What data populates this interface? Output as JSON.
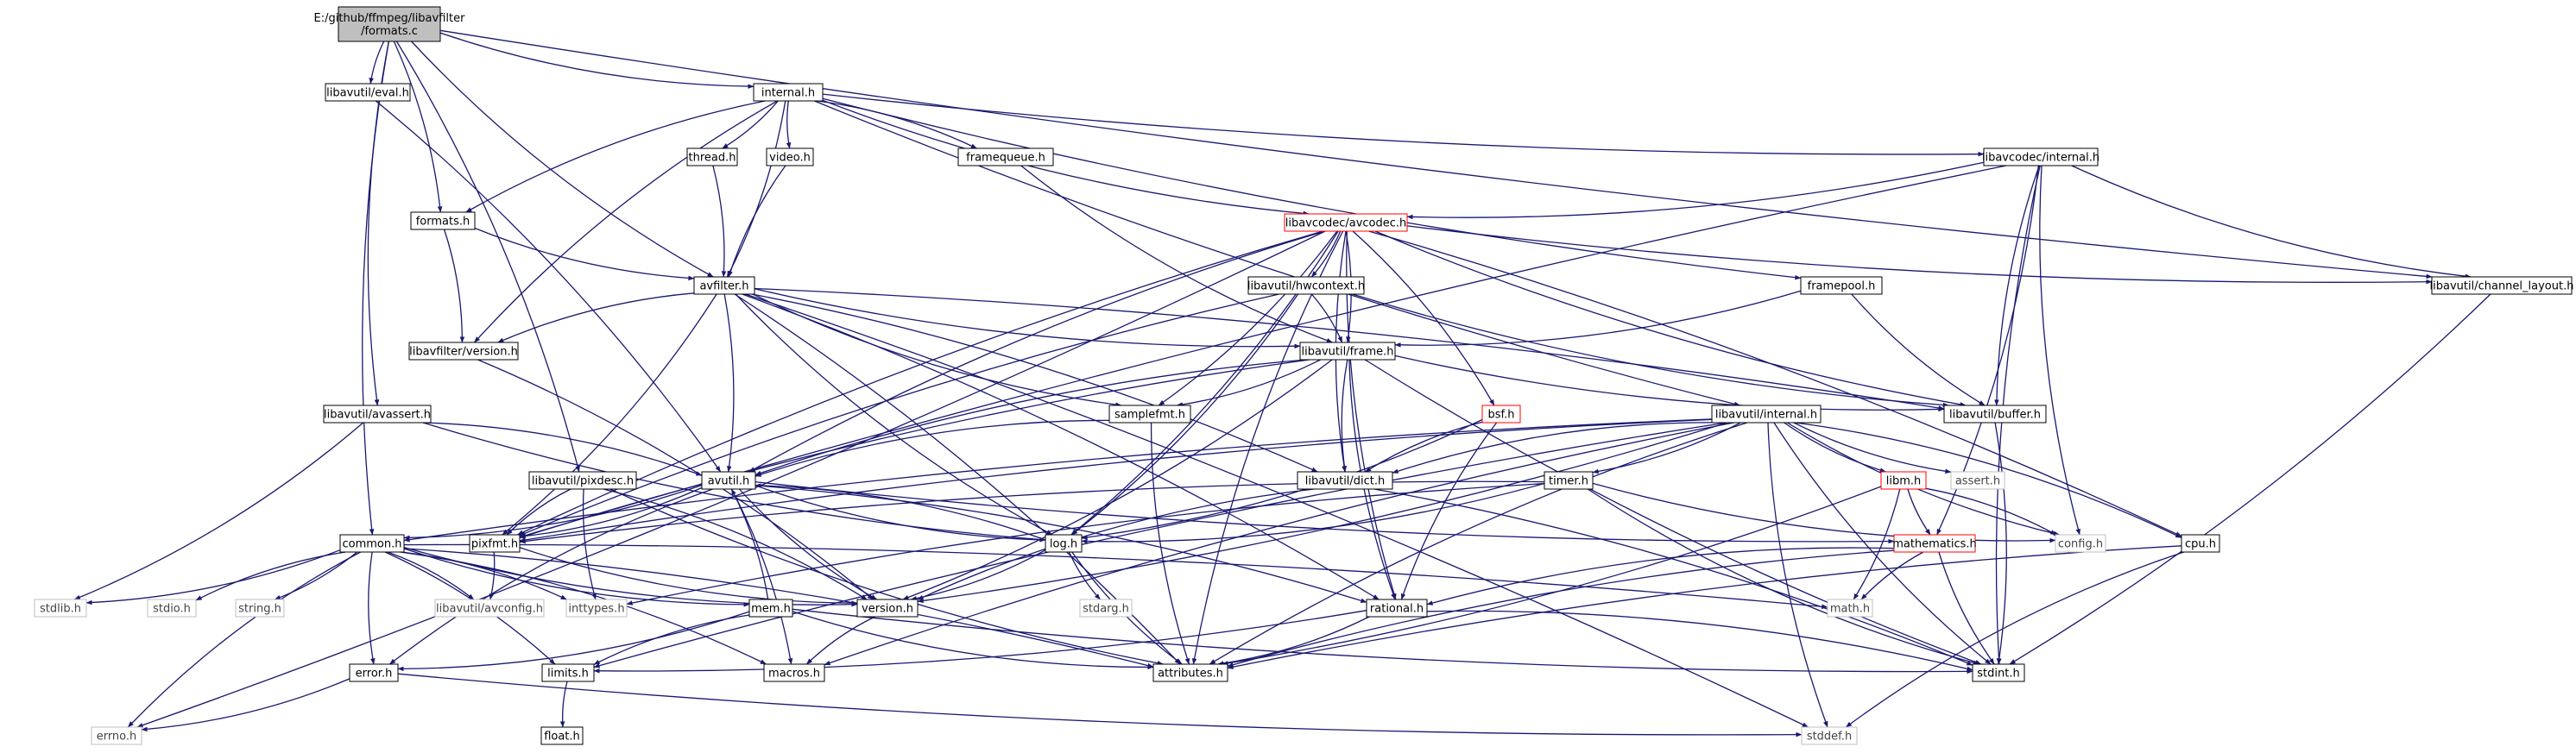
{
  "diagram": {
    "title_lines": [
      "E:/github/ffmpeg/libavfilter",
      "/formats.c"
    ],
    "colors": {
      "edge": "#191970",
      "root_fill": "#bfbfbf",
      "red_border": "#ff0000",
      "gray_border": "#bfbfbf"
    },
    "nodes": [
      {
        "id": "formats_c",
        "label": "E:/github/ffmpeg/libavfilter\n/formats.c",
        "style": "root"
      },
      {
        "id": "internal_h",
        "label": "internal.h",
        "style": "normal"
      },
      {
        "id": "eval_h",
        "label": "libavutil/eval.h",
        "style": "normal"
      },
      {
        "id": "formats_h",
        "label": "formats.h",
        "style": "normal"
      },
      {
        "id": "thread_h",
        "label": "thread.h",
        "style": "normal"
      },
      {
        "id": "video_h",
        "label": "video.h",
        "style": "normal"
      },
      {
        "id": "framequeue_h",
        "label": "framequeue.h",
        "style": "normal"
      },
      {
        "id": "lavc_internal_h",
        "label": "libavcodec/internal.h",
        "style": "normal"
      },
      {
        "id": "avcodec_h",
        "label": "libavcodec/avcodec.h",
        "style": "red"
      },
      {
        "id": "channel_layout_h",
        "label": "libavutil/channel_layout.h",
        "style": "normal"
      },
      {
        "id": "avfilter_h",
        "label": "avfilter.h",
        "style": "normal"
      },
      {
        "id": "hwcontext_h",
        "label": "libavutil/hwcontext.h",
        "style": "normal"
      },
      {
        "id": "framepool_h",
        "label": "framepool.h",
        "style": "normal"
      },
      {
        "id": "version_lavfi",
        "label": "libavfilter/version.h",
        "style": "normal"
      },
      {
        "id": "frame_h",
        "label": "libavutil/frame.h",
        "style": "normal"
      },
      {
        "id": "buffer_h",
        "label": "libavutil/buffer.h",
        "style": "normal"
      },
      {
        "id": "avassert_h",
        "label": "libavutil/avassert.h",
        "style": "normal"
      },
      {
        "id": "samplefmt_h",
        "label": "samplefmt.h",
        "style": "normal"
      },
      {
        "id": "bsf_h",
        "label": "bsf.h",
        "style": "red"
      },
      {
        "id": "lavu_internal_h",
        "label": "libavutil/internal.h",
        "style": "normal"
      },
      {
        "id": "pixdesc_h",
        "label": "libavutil/pixdesc.h",
        "style": "normal"
      },
      {
        "id": "avutil_h",
        "label": "avutil.h",
        "style": "normal"
      },
      {
        "id": "dict_h",
        "label": "libavutil/dict.h",
        "style": "normal"
      },
      {
        "id": "timer_h",
        "label": "timer.h",
        "style": "normal"
      },
      {
        "id": "libm_h",
        "label": "libm.h",
        "style": "red"
      },
      {
        "id": "assert_h",
        "label": "assert.h",
        "style": "gray"
      },
      {
        "id": "common_h",
        "label": "common.h",
        "style": "normal"
      },
      {
        "id": "pixfmt_h",
        "label": "pixfmt.h",
        "style": "normal"
      },
      {
        "id": "log_h",
        "label": "log.h",
        "style": "normal"
      },
      {
        "id": "config_h",
        "label": "config.h",
        "style": "gray"
      },
      {
        "id": "mathematics_h",
        "label": "mathematics.h",
        "style": "red"
      },
      {
        "id": "cpu_h",
        "label": "cpu.h",
        "style": "normal"
      },
      {
        "id": "stdlib_h",
        "label": "stdlib.h",
        "style": "gray"
      },
      {
        "id": "stdio_h",
        "label": "stdio.h",
        "style": "gray"
      },
      {
        "id": "string_h",
        "label": "string.h",
        "style": "gray"
      },
      {
        "id": "avconfig_h",
        "label": "libavutil/avconfig.h",
        "style": "gray"
      },
      {
        "id": "inttypes_h",
        "label": "inttypes.h",
        "style": "gray"
      },
      {
        "id": "version_h",
        "label": "version.h",
        "style": "normal"
      },
      {
        "id": "mem_h",
        "label": "mem.h",
        "style": "normal"
      },
      {
        "id": "rational_h",
        "label": "rational.h",
        "style": "normal"
      },
      {
        "id": "math_h",
        "label": "math.h",
        "style": "gray"
      },
      {
        "id": "stdarg_h",
        "label": "stdarg.h",
        "style": "gray"
      },
      {
        "id": "error_h",
        "label": "error.h",
        "style": "normal"
      },
      {
        "id": "limits_h",
        "label": "limits.h",
        "style": "normal"
      },
      {
        "id": "macros_h",
        "label": "macros.h",
        "style": "normal"
      },
      {
        "id": "attributes_h",
        "label": "attributes.h",
        "style": "normal"
      },
      {
        "id": "stdint_h",
        "label": "stdint.h",
        "style": "normal"
      },
      {
        "id": "errno_h",
        "label": "errno.h",
        "style": "gray"
      },
      {
        "id": "float_h",
        "label": "float.h",
        "style": "normal"
      },
      {
        "id": "stddef_h",
        "label": "stddef.h",
        "style": "gray"
      }
    ],
    "edges": [
      [
        "formats_c",
        "internal_h"
      ],
      [
        "formats_c",
        "eval_h"
      ],
      [
        "formats_c",
        "formats_h"
      ],
      [
        "formats_c",
        "avfilter_h"
      ],
      [
        "formats_c",
        "avassert_h"
      ],
      [
        "formats_c",
        "pixdesc_h"
      ],
      [
        "formats_c",
        "common_h"
      ],
      [
        "formats_c",
        "channel_layout_h"
      ],
      [
        "internal_h",
        "thread_h"
      ],
      [
        "internal_h",
        "video_h"
      ],
      [
        "internal_h",
        "framequeue_h"
      ],
      [
        "internal_h",
        "lavc_internal_h"
      ],
      [
        "internal_h",
        "avcodec_h"
      ],
      [
        "internal_h",
        "formats_h"
      ],
      [
        "internal_h",
        "avfilter_h"
      ],
      [
        "internal_h",
        "version_lavfi"
      ],
      [
        "internal_h",
        "framepool_h"
      ],
      [
        "internal_h",
        "lavu_internal_h"
      ],
      [
        "eval_h",
        "avutil_h"
      ],
      [
        "formats_h",
        "avfilter_h"
      ],
      [
        "formats_h",
        "version_lavfi"
      ],
      [
        "thread_h",
        "avfilter_h"
      ],
      [
        "video_h",
        "avfilter_h"
      ],
      [
        "framequeue_h",
        "frame_h"
      ],
      [
        "lavc_internal_h",
        "avcodec_h"
      ],
      [
        "lavc_internal_h",
        "buffer_h"
      ],
      [
        "lavc_internal_h",
        "channel_layout_h"
      ],
      [
        "lavc_internal_h",
        "mathematics_h"
      ],
      [
        "lavc_internal_h",
        "config_h"
      ],
      [
        "lavc_internal_h",
        "stdint_h"
      ],
      [
        "lavc_internal_h",
        "pixfmt_h"
      ],
      [
        "avcodec_h",
        "hwcontext_h"
      ],
      [
        "avcodec_h",
        "frame_h"
      ],
      [
        "avcodec_h",
        "buffer_h"
      ],
      [
        "avcodec_h",
        "samplefmt_h"
      ],
      [
        "avcodec_h",
        "bsf_h"
      ],
      [
        "avcodec_h",
        "dict_h"
      ],
      [
        "avcodec_h",
        "avutil_h"
      ],
      [
        "avcodec_h",
        "log_h"
      ],
      [
        "avcodec_h",
        "pixfmt_h"
      ],
      [
        "avcodec_h",
        "rational_h"
      ],
      [
        "avcodec_h",
        "attributes_h"
      ],
      [
        "avcodec_h",
        "channel_layout_h"
      ],
      [
        "avcodec_h",
        "cpu_h"
      ],
      [
        "avcodec_h",
        "errno_h"
      ],
      [
        "channel_layout_h",
        "stdint_h"
      ],
      [
        "avfilter_h",
        "version_lavfi"
      ],
      [
        "avfilter_h",
        "frame_h"
      ],
      [
        "avfilter_h",
        "buffer_h"
      ],
      [
        "avfilter_h",
        "samplefmt_h"
      ],
      [
        "avfilter_h",
        "dict_h"
      ],
      [
        "avfilter_h",
        "avutil_h"
      ],
      [
        "avfilter_h",
        "log_h"
      ],
      [
        "avfilter_h",
        "pixfmt_h"
      ],
      [
        "avfilter_h",
        "rational_h"
      ],
      [
        "avfilter_h",
        "attributes_h"
      ],
      [
        "avfilter_h",
        "stddef_h"
      ],
      [
        "hwcontext_h",
        "frame_h"
      ],
      [
        "hwcontext_h",
        "buffer_h"
      ],
      [
        "hwcontext_h",
        "pixfmt_h"
      ],
      [
        "hwcontext_h",
        "log_h"
      ],
      [
        "framepool_h",
        "frame_h"
      ],
      [
        "framepool_h",
        "buffer_h"
      ],
      [
        "version_lavfi",
        "version_h"
      ],
      [
        "frame_h",
        "avutil_h"
      ],
      [
        "frame_h",
        "buffer_h"
      ],
      [
        "frame_h",
        "dict_h"
      ],
      [
        "frame_h",
        "rational_h"
      ],
      [
        "frame_h",
        "samplefmt_h"
      ],
      [
        "frame_h",
        "pixfmt_h"
      ],
      [
        "frame_h",
        "version_h"
      ],
      [
        "frame_h",
        "stdint_h"
      ],
      [
        "buffer_h",
        "stdint_h"
      ],
      [
        "avassert_h",
        "stdlib_h"
      ],
      [
        "avassert_h",
        "avutil_h"
      ],
      [
        "avassert_h",
        "log_h"
      ],
      [
        "samplefmt_h",
        "avutil_h"
      ],
      [
        "samplefmt_h",
        "attributes_h"
      ],
      [
        "bsf_h",
        "dict_h"
      ],
      [
        "bsf_h",
        "log_h"
      ],
      [
        "bsf_h",
        "rational_h"
      ],
      [
        "lavu_internal_h",
        "timer_h"
      ],
      [
        "lavu_internal_h",
        "libm_h"
      ],
      [
        "lavu_internal_h",
        "assert_h"
      ],
      [
        "lavu_internal_h",
        "config_h"
      ],
      [
        "lavu_internal_h",
        "common_h"
      ],
      [
        "lavu_internal_h",
        "cpu_h"
      ],
      [
        "lavu_internal_h",
        "dict_h"
      ],
      [
        "lavu_internal_h",
        "pixfmt_h"
      ],
      [
        "lavu_internal_h",
        "version_h"
      ],
      [
        "lavu_internal_h",
        "macros_h"
      ],
      [
        "lavu_internal_h",
        "attributes_h"
      ],
      [
        "lavu_internal_h",
        "stdint_h"
      ],
      [
        "lavu_internal_h",
        "stddef_h"
      ],
      [
        "lavu_internal_h",
        "limits_h"
      ],
      [
        "pixdesc_h",
        "inttypes_h"
      ],
      [
        "pixdesc_h",
        "attributes_h"
      ],
      [
        "pixdesc_h",
        "pixfmt_h"
      ],
      [
        "pixdesc_h",
        "version_h"
      ],
      [
        "avutil_h",
        "common_h"
      ],
      [
        "avutil_h",
        "pixfmt_h"
      ],
      [
        "avutil_h",
        "log_h"
      ],
      [
        "avutil_h",
        "version_h"
      ],
      [
        "avutil_h",
        "rational_h"
      ],
      [
        "avutil_h",
        "mathematics_h"
      ],
      [
        "avutil_h",
        "error_h"
      ],
      [
        "avutil_h",
        "macros_h"
      ],
      [
        "dict_h",
        "stdint_h"
      ],
      [
        "dict_h",
        "version_h"
      ],
      [
        "timer_h",
        "config_h"
      ],
      [
        "timer_h",
        "log_h"
      ],
      [
        "timer_h",
        "inttypes_h"
      ],
      [
        "timer_h",
        "stdint_h"
      ],
      [
        "timer_h",
        "pixfmt_h"
      ],
      [
        "libm_h",
        "config_h"
      ],
      [
        "libm_h",
        "math_h"
      ],
      [
        "libm_h",
        "attributes_h"
      ],
      [
        "libm_h",
        "mathematics_h"
      ],
      [
        "common_h",
        "stdlib_h"
      ],
      [
        "common_h",
        "stdio_h"
      ],
      [
        "common_h",
        "string_h"
      ],
      [
        "common_h",
        "avconfig_h"
      ],
      [
        "common_h",
        "inttypes_h"
      ],
      [
        "common_h",
        "version_h"
      ],
      [
        "common_h",
        "mem_h"
      ],
      [
        "common_h",
        "macros_h"
      ],
      [
        "common_h",
        "attributes_h"
      ],
      [
        "common_h",
        "error_h"
      ],
      [
        "common_h",
        "limits_h"
      ],
      [
        "common_h",
        "errno_h"
      ],
      [
        "common_h",
        "math_h"
      ],
      [
        "pixfmt_h",
        "avconfig_h"
      ],
      [
        "pixfmt_h",
        "version_h"
      ],
      [
        "log_h",
        "stdarg_h"
      ],
      [
        "log_h",
        "version_h"
      ],
      [
        "log_h",
        "avutil_h"
      ],
      [
        "log_h",
        "attributes_h"
      ],
      [
        "mathematics_h",
        "math_h"
      ],
      [
        "mathematics_h",
        "rational_h"
      ],
      [
        "mathematics_h",
        "stdint_h"
      ],
      [
        "mathematics_h",
        "attributes_h"
      ],
      [
        "cpu_h",
        "attributes_h"
      ],
      [
        "cpu_h",
        "stddef_h"
      ],
      [
        "version_h",
        "macros_h"
      ],
      [
        "mem_h",
        "error_h"
      ],
      [
        "mem_h",
        "avutil_h"
      ],
      [
        "mem_h",
        "limits_h"
      ],
      [
        "mem_h",
        "stdint_h"
      ],
      [
        "mem_h",
        "attributes_h"
      ],
      [
        "rational_h",
        "stdint_h"
      ],
      [
        "rational_h",
        "limits_h"
      ],
      [
        "rational_h",
        "attributes_h"
      ],
      [
        "error_h",
        "errno_h"
      ],
      [
        "error_h",
        "stddef_h"
      ],
      [
        "limits_h",
        "float_h"
      ]
    ]
  }
}
